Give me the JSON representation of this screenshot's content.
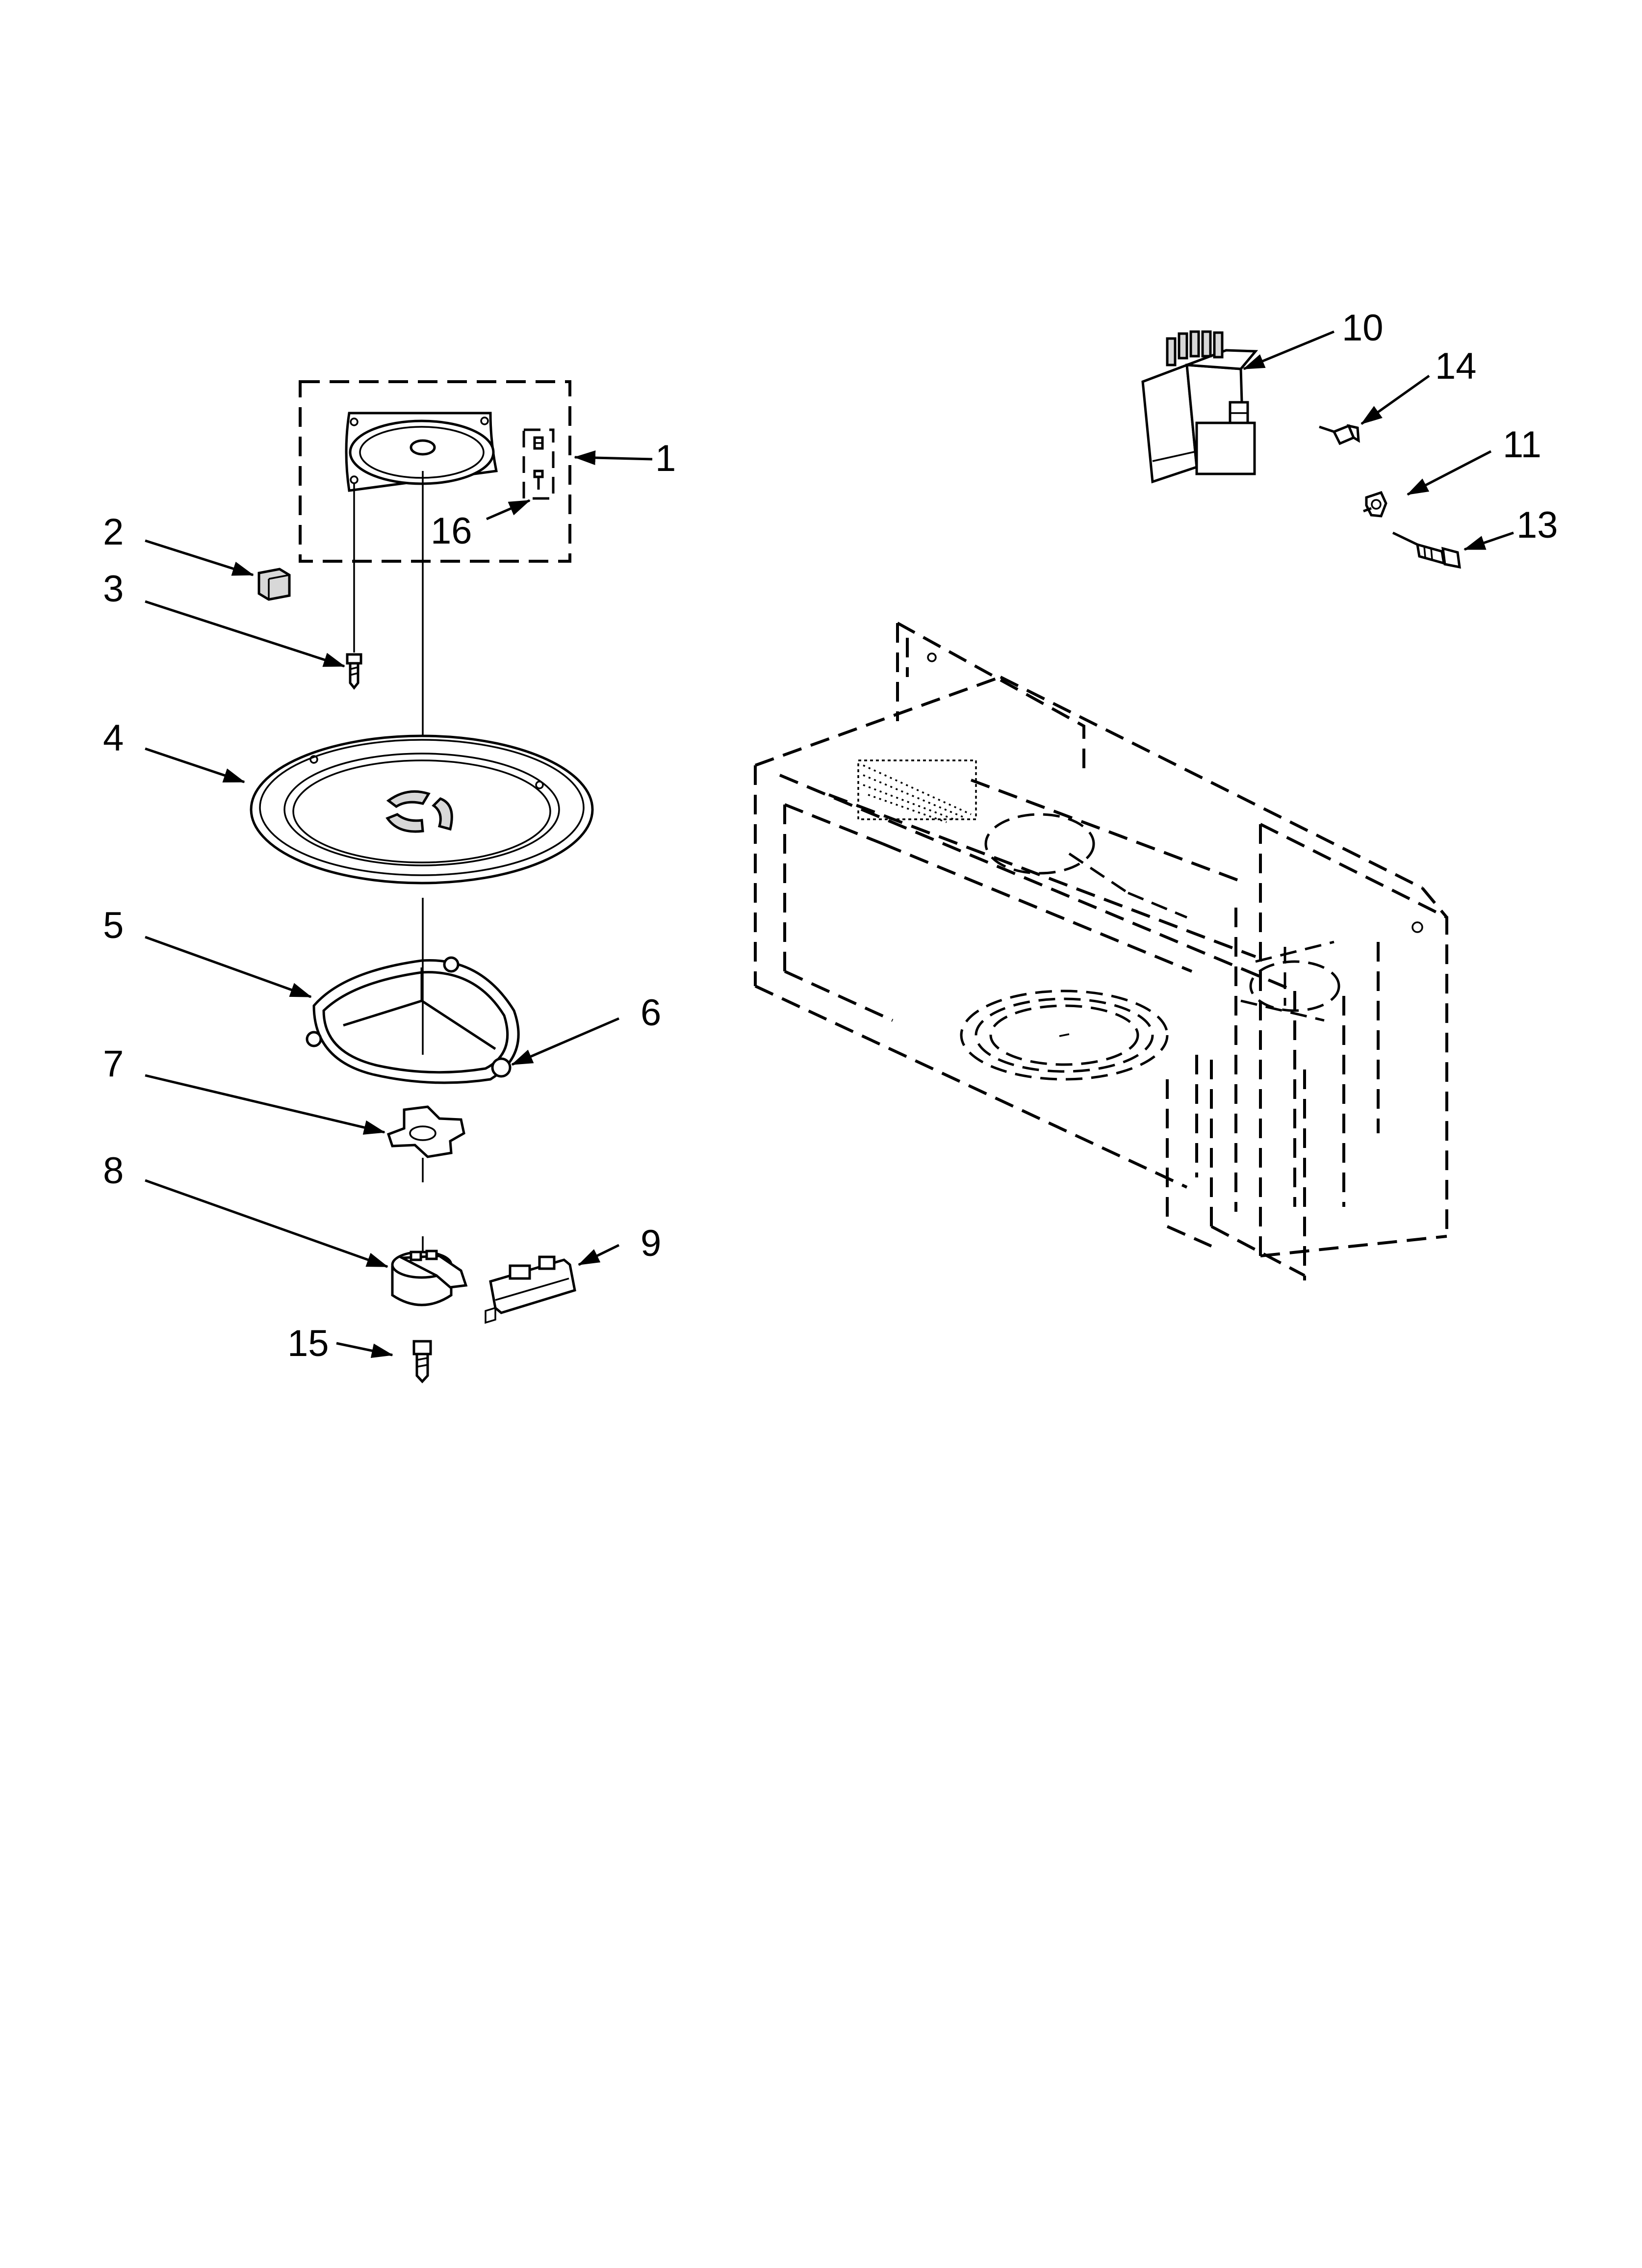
{
  "diagram": {
    "callouts": [
      {
        "id": "c1",
        "text": "1"
      },
      {
        "id": "c2",
        "text": "2"
      },
      {
        "id": "c3",
        "text": "3"
      },
      {
        "id": "c4",
        "text": "4"
      },
      {
        "id": "c5",
        "text": "5"
      },
      {
        "id": "c6",
        "text": "6"
      },
      {
        "id": "c7",
        "text": "7"
      },
      {
        "id": "c8",
        "text": "8"
      },
      {
        "id": "c9",
        "text": "9"
      },
      {
        "id": "c10",
        "text": "10"
      },
      {
        "id": "c11",
        "text": "11"
      },
      {
        "id": "c13",
        "text": "13"
      },
      {
        "id": "c14",
        "text": "14"
      },
      {
        "id": "c15",
        "text": "15"
      },
      {
        "id": "c16",
        "text": "16"
      }
    ]
  }
}
